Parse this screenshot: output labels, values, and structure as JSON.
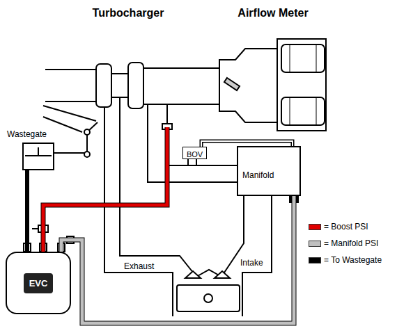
{
  "diagram": {
    "nodes": [
      {
        "text": [
          "Turbocharger"
        ]
      },
      {
        "text": [
          "Airflow Meter"
        ]
      },
      {
        "text": [
          "Wastegate"
        ]
      },
      {
        "text": [
          "BOV"
        ]
      },
      {
        "text": [
          "Manifold"
        ]
      },
      {
        "text": [
          "EVC"
        ]
      }
    ],
    "edges": [
      {
        "from": 0,
        "to": 5,
        "arrow": "none"
      },
      {
        "from": 4,
        "to": 5,
        "arrow": "none"
      },
      {
        "from": 5,
        "to": 2,
        "arrow": "none"
      },
      {
        "from": 3,
        "to": 4,
        "arrow": "none"
      }
    ],
    "labels": [
      "Exhaust",
      "Intake"
    ],
    "legend": [
      {
        "text": "= Boost PSI",
        "color": "#e00000"
      },
      {
        "text": "= Manifold PSI",
        "color": "#c0c0c0"
      },
      {
        "text": "= To Wastegate",
        "color": "#000000"
      }
    ]
  }
}
